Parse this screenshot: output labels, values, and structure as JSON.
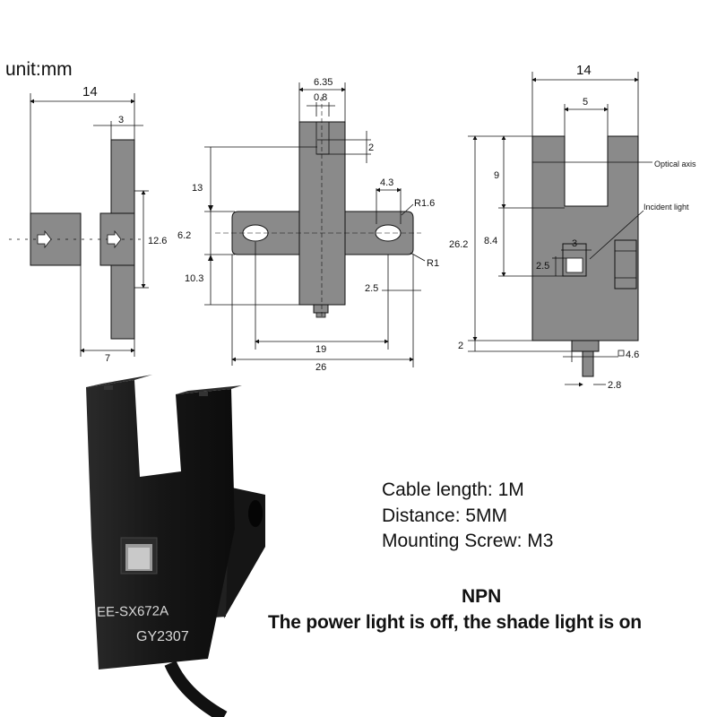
{
  "unit_label": "unit:mm",
  "side_view": {
    "dims": {
      "width": "14",
      "flange": "3",
      "slot_height": "12.6",
      "bottom": "7"
    }
  },
  "front_view": {
    "dims": {
      "top_width": "6.35",
      "pin_width": "0.8",
      "pin_offset": "2",
      "upper": "13",
      "center": "6.2",
      "lower": "10.3",
      "hole_width": "4.3",
      "radius_top": "R1.6",
      "radius_bottom": "R1",
      "edge": "2.5",
      "hole_spacing": "19",
      "total_width": "26"
    }
  },
  "right_view": {
    "dims": {
      "width": "14",
      "slot_width": "5",
      "slot_depth": "9",
      "total_height": "26.2",
      "light_pos": "8.4",
      "light_width": "3",
      "light_height": "2.5",
      "pin_height": "2",
      "pin_square": "4.6",
      "pin_width": "2.8"
    },
    "annotations": {
      "optical_axis": "Optical axis",
      "incident_light": "Incident light"
    }
  },
  "product": {
    "model": "EE-SX672A",
    "code": "GY2307"
  },
  "specs": {
    "cable": "Cable length: 1M",
    "distance": "Distance: 5MM",
    "screw": "Mounting Screw: M3"
  },
  "output_type": "NPN",
  "note": "The power light is off, the shade light is on",
  "colors": {
    "body_gray": "#8a8a8a",
    "line": "#111111",
    "sensor_black": "#1c1c1c"
  }
}
